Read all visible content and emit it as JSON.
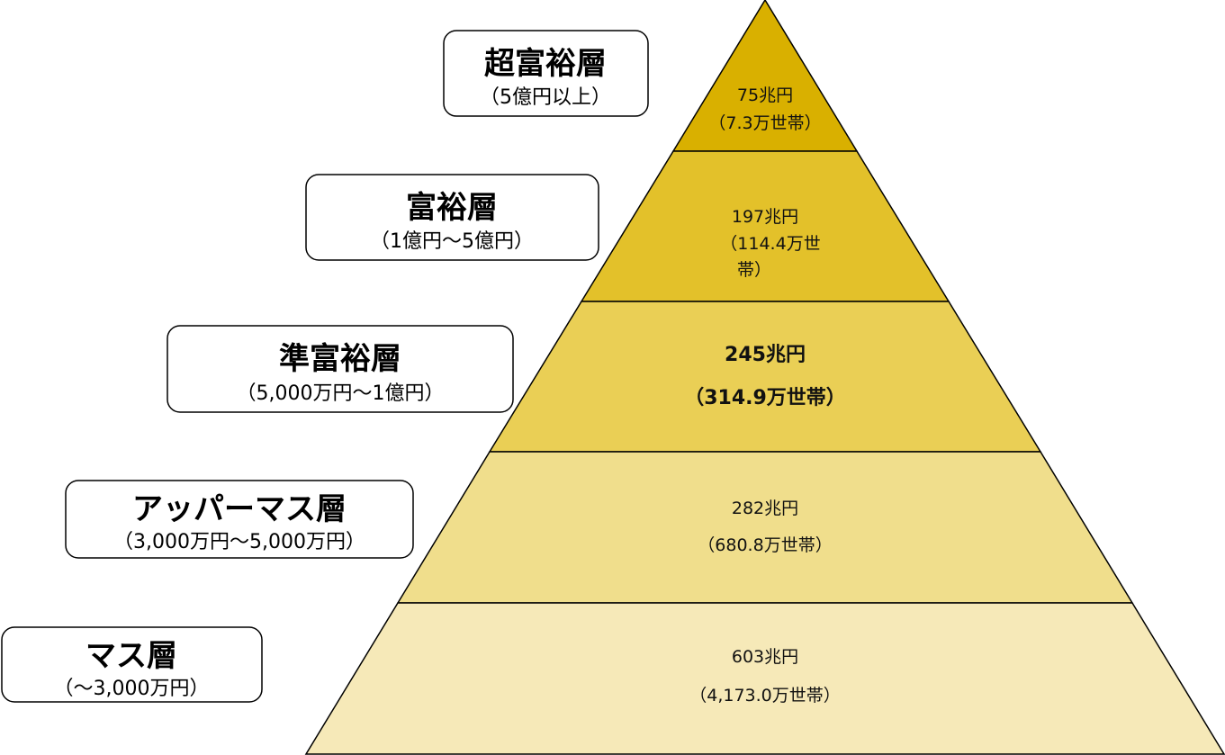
{
  "title": "富裕層ピラミッド",
  "tiers": [
    {
      "name": "超富裕層",
      "range": "（5億円以上）",
      "assets": "75兆円",
      "households_line1": "（7.3万世帯）",
      "households_line2": "",
      "color": "#D9B000"
    },
    {
      "name": "富裕層",
      "range": "（1億円～5億円）",
      "assets": "197兆円",
      "households_line1": "（114.4万世",
      "households_line2": "帯）",
      "color": "#E3C12A"
    },
    {
      "name": "準富裕層",
      "range": "（5,000万円～1億円）",
      "assets": "245兆円",
      "households_line1": "（314.9万世帯）",
      "households_line2": "",
      "color": "#EACF55"
    },
    {
      "name": "アッパーマス層",
      "range": "（3,000万円～5,000万円）",
      "assets": "282兆円",
      "households_line1": "（680.8万世帯）",
      "households_line2": "",
      "color": "#F0DE8C"
    },
    {
      "name": "マス層",
      "range": "（～3,000万円）",
      "assets": "603兆円",
      "households_line1": "（4,173.0万世帯）",
      "households_line2": "",
      "color": "#F6E9B8"
    }
  ]
}
